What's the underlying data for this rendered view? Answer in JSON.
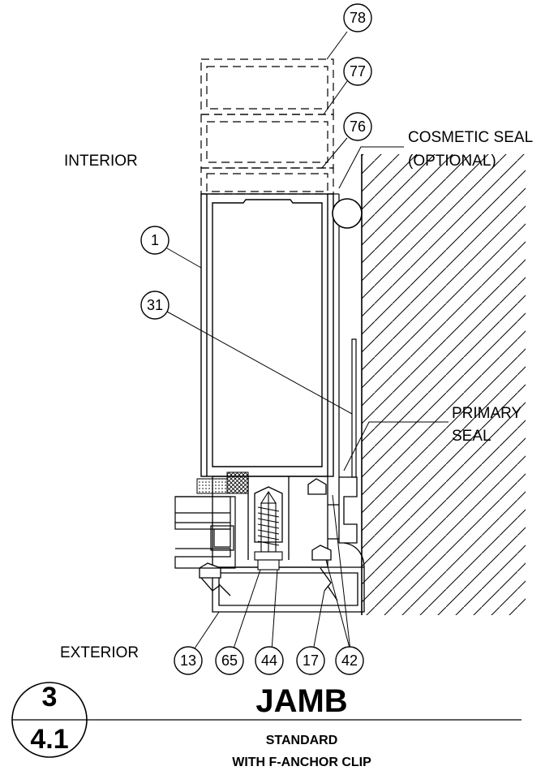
{
  "labels": {
    "interior": "INTERIOR",
    "exterior": "EXTERIOR",
    "cosmetic_seal_line1": "COSMETIC SEAL",
    "cosmetic_seal_line2": "(OPTIONAL)",
    "primary_seal_line1": "PRIMARY",
    "primary_seal_line2": "SEAL"
  },
  "callouts": {
    "c78": "78",
    "c77": "77",
    "c76": "76",
    "c1": "1",
    "c31": "31",
    "c13": "13",
    "c65": "65",
    "c44": "44",
    "c17": "17",
    "c42": "42"
  },
  "title_block": {
    "detail_number": "3",
    "sheet_number": "4.1",
    "title": "JAMB",
    "subtitle_line1": "STANDARD",
    "subtitle_line2": "WITH F-ANCHOR CLIP"
  }
}
